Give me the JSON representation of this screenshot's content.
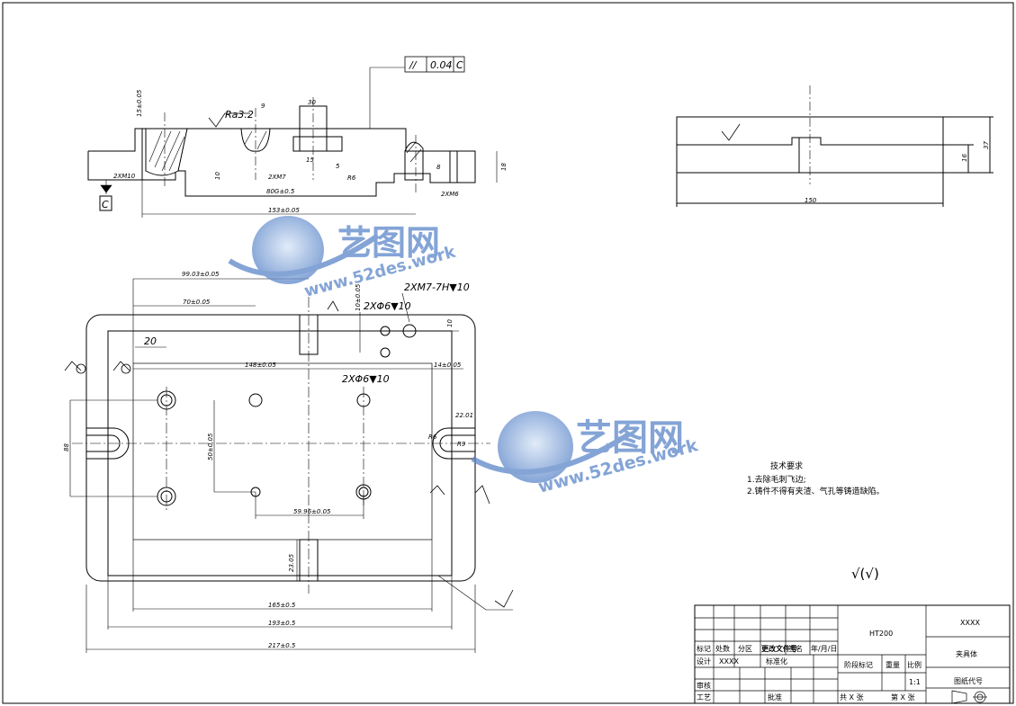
{
  "front_view": {
    "dims": {
      "height_top": "15±0.05",
      "roughness": "Ra3.2",
      "small_30": "30",
      "small_9": "9",
      "dim_15": "15",
      "dim_5": "5",
      "dim_r6": "R6",
      "dim_8": "8",
      "dim_18": "18",
      "dim_10": "10",
      "thread_left": "2XM10",
      "thread_mid": "2XM7",
      "thread_right": "2XM6",
      "width_inner": "80G±0.5",
      "width_total": "153±0.05"
    },
    "parallelism": {
      "symbol": "//",
      "tolerance": "0.04",
      "datum": "C"
    },
    "datum_label": "C"
  },
  "side_view": {
    "dims": {
      "length": "150",
      "h1": "16",
      "h2": "37"
    }
  },
  "plan_view": {
    "dims": {
      "d_99": "99.03±0.05",
      "d_70": "70±0.05",
      "d_20": "20",
      "d_148": "148±0.05",
      "d_14": "14±0.05",
      "d_10": "10±0.05",
      "d_10b": "10",
      "d_2201": "22.01",
      "r_6": "R6",
      "r_9": "R9",
      "d_50": "50±0.05",
      "d_88": "88",
      "d_5996": "59.96±0.05",
      "d_2305": "23.05",
      "d_165": "165±0.5",
      "d_193": "193±0.5",
      "d_217": "217±0.5"
    },
    "callouts": {
      "tapped_hole": "2XM7-7H▼10",
      "hole_pair_top": "2XΦ6▼10",
      "hole_pair_mid": "2XΦ6▼10"
    }
  },
  "notes": {
    "title": "技术要求",
    "items": [
      "1.去除毛刺飞边;",
      "2.铸件不得有夹渣、气孔等铸造缺陷。"
    ],
    "finish_symbol": "√(√)"
  },
  "title_block": {
    "material": "HT200",
    "org": "XXXX",
    "part_name": "夹具体",
    "drawing_no_label": "图纸代号",
    "headers": {
      "mark": "标记",
      "count": "处数",
      "zone": "分区",
      "change_no": "更改文件号",
      "sign": "签名",
      "date": "年/月/日"
    },
    "design_label": "设计",
    "designer": "XXXX",
    "standardize_label": "标准化",
    "review_label": "审核",
    "process_label": "工艺",
    "approve_label": "批准",
    "stage_label": "阶段标记",
    "weight_label": "重量",
    "scale_label": "比例",
    "scale_value": "1:1",
    "sheets_total": "共 X 张",
    "sheet_no": "第 X 张"
  },
  "watermark": {
    "brand": "艺图网",
    "url": "www.52des.work"
  },
  "colors": {
    "line": "#000000",
    "watermark": "#5b86c9"
  }
}
